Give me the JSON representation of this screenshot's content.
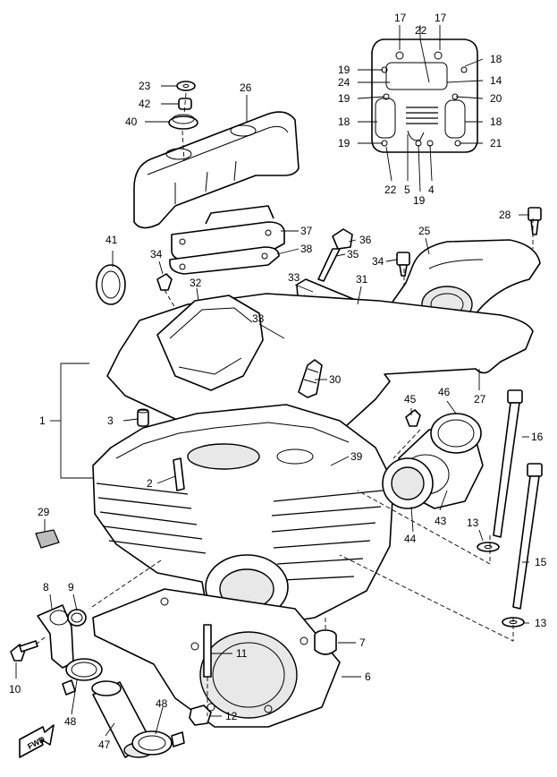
{
  "callouts": [
    "17",
    "22",
    "17",
    "18",
    "19",
    "24",
    "14",
    "19",
    "20",
    "18",
    "18",
    "19",
    "21",
    "22",
    "5",
    "19",
    "4",
    "23",
    "42",
    "40",
    "26",
    "28",
    "41",
    "37",
    "38",
    "36",
    "35",
    "25",
    "34",
    "34",
    "32",
    "33",
    "31",
    "33",
    "30",
    "27",
    "1",
    "3",
    "45",
    "46",
    "16",
    "39",
    "2",
    "29",
    "13",
    "43",
    "44",
    "15",
    "8",
    "9",
    "13",
    "7",
    "11",
    "10",
    "6",
    "48",
    "48",
    "12",
    "47"
  ],
  "fwd_label": "FWD"
}
